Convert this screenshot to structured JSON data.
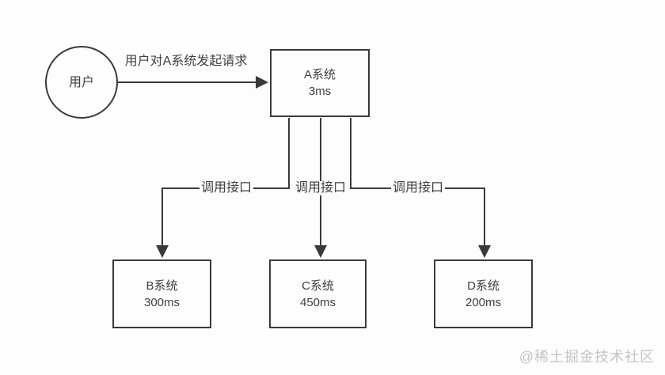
{
  "diagram": {
    "nodes": {
      "user": {
        "label": "用户"
      },
      "a": {
        "name": "A系统",
        "latency": "3ms"
      },
      "b": {
        "name": "B系统",
        "latency": "300ms"
      },
      "c": {
        "name": "C系统",
        "latency": "450ms"
      },
      "d": {
        "name": "D系统",
        "latency": "200ms"
      }
    },
    "edges": {
      "request": {
        "label": "用户对A系统发起请求"
      },
      "call_b": {
        "label": "调用接口"
      },
      "call_c": {
        "label": "调用接口"
      },
      "call_d": {
        "label": "调用接口"
      }
    },
    "watermark": {
      "text": "@稀土掘金技术社区"
    },
    "colors": {
      "line": "#3a3a3c",
      "text": "#3f3f42",
      "watermark": "#c5c5c5",
      "background": "#fdfdfd"
    }
  }
}
